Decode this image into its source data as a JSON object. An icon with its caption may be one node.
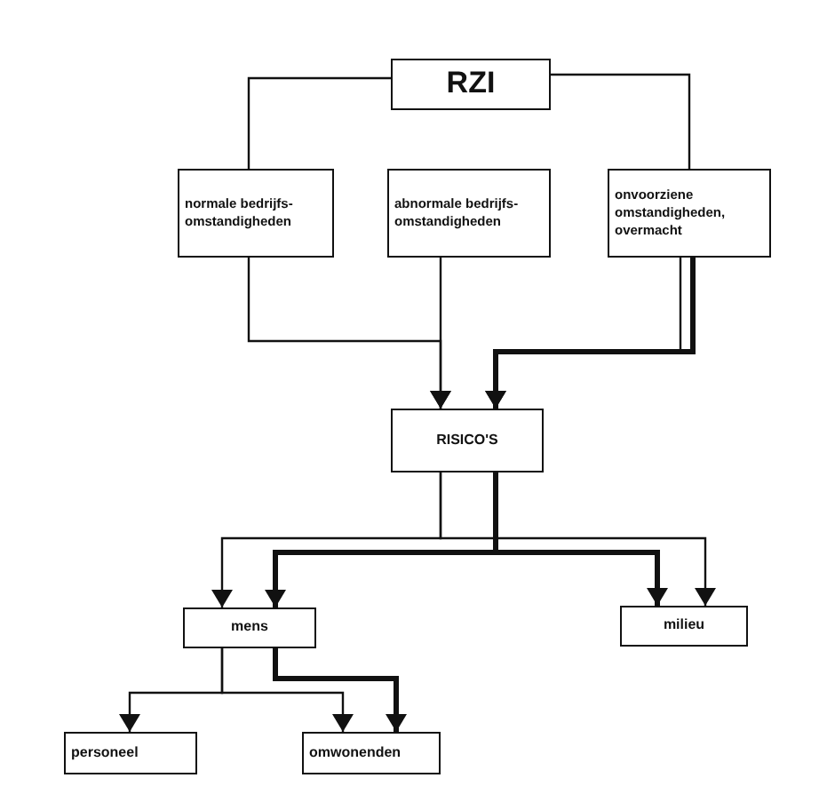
{
  "diagram": {
    "nodes": [
      {
        "text": [
          "RZI"
        ]
      },
      {
        "text": [
          "normale bedrijfs- omstandigheden"
        ]
      },
      {
        "text": [
          "abnormale bedrijfs- omstandigheden"
        ]
      },
      {
        "text": [
          "onvoorziene omstandigheden, overmacht"
        ]
      },
      {
        "text": [
          "RISICO'S"
        ]
      },
      {
        "text": [
          "mens"
        ]
      },
      {
        "text": [
          "milieu"
        ]
      },
      {
        "text": [
          "personeel"
        ]
      },
      {
        "text": [
          "omwonenden"
        ]
      }
    ],
    "edges": [
      {
        "from": 0,
        "to": 1,
        "arrow": "none"
      },
      {
        "from": 0,
        "to": 3,
        "arrow": "none"
      },
      {
        "from": 1,
        "to": 4,
        "arrow": "to"
      },
      {
        "from": 2,
        "to": 4,
        "arrow": "to"
      },
      {
        "from": 3,
        "to": 4,
        "arrow": "to"
      },
      {
        "from": 3,
        "to": 4,
        "arrow": "to",
        "style": "thick"
      },
      {
        "from": 4,
        "to": 5,
        "arrow": "to"
      },
      {
        "from": 4,
        "to": 6,
        "arrow": "to"
      },
      {
        "from": 4,
        "to": 5,
        "arrow": "to",
        "style": "thick"
      },
      {
        "from": 4,
        "to": 6,
        "arrow": "to",
        "style": "thick"
      },
      {
        "from": 5,
        "to": 7,
        "arrow": "to"
      },
      {
        "from": 5,
        "to": 8,
        "arrow": "to"
      },
      {
        "from": 5,
        "to": 8,
        "arrow": "to",
        "style": "thick"
      }
    ]
  }
}
